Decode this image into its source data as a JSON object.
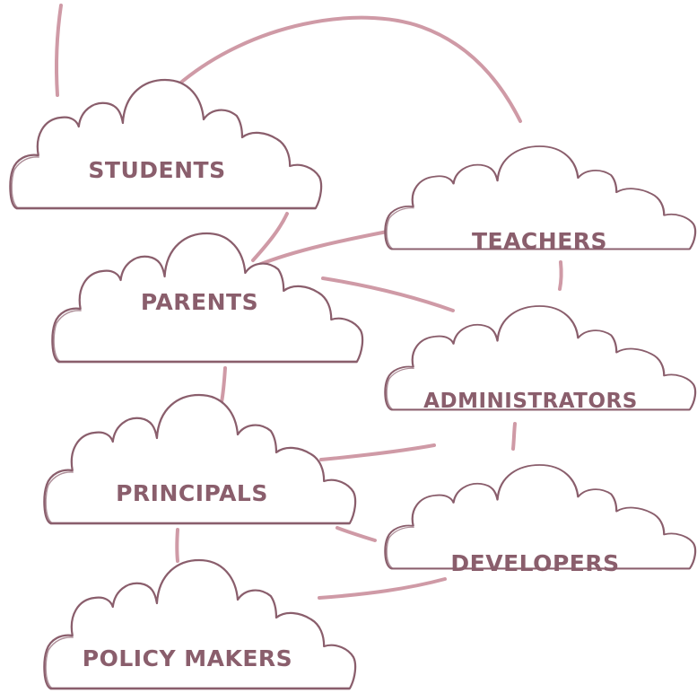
{
  "colors": {
    "outline": "#8a5e6c",
    "edge": "#cf9aa6",
    "label": "#8a5e6c",
    "background": "#ffffff"
  },
  "nodes": [
    {
      "id": "students",
      "label": "STUDENTS"
    },
    {
      "id": "teachers",
      "label": "TEACHERS"
    },
    {
      "id": "parents",
      "label": "PARENTS"
    },
    {
      "id": "administrators",
      "label": "ADMINISTRATORS"
    },
    {
      "id": "principals",
      "label": "PRINCIPALS"
    },
    {
      "id": "developers",
      "label": "DEVELOPERS"
    },
    {
      "id": "policy-makers",
      "label": "POLICY MAKERS"
    }
  ]
}
